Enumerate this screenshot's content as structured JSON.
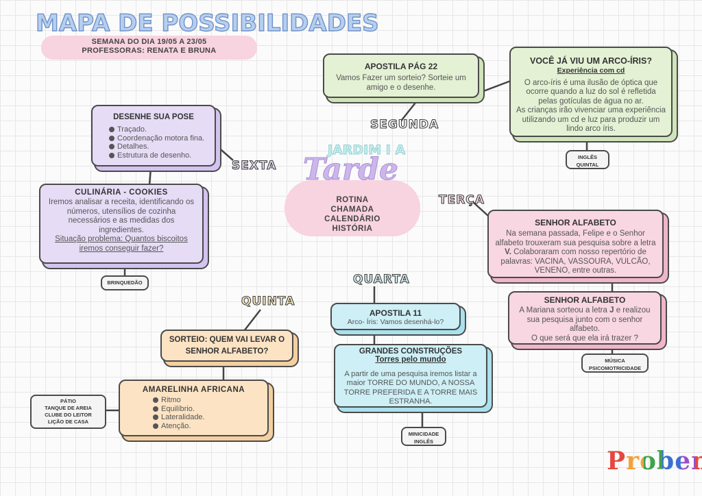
{
  "header": {
    "title": "MAPA DE POSSIBILIDADES",
    "week": "SEMANA DO DIA 19/05 A 23/05",
    "teachers": "PROFESSORAS: RENATA E BRUNA"
  },
  "center": {
    "class_name": "JARDIM I A",
    "period": "Tarde",
    "routine": [
      "ROTINA",
      "CHAMADA",
      "CALENDÁRIO",
      "HISTÓRIA"
    ]
  },
  "days": {
    "monday": "SEGUNDA",
    "tuesday": "TERÇA",
    "wednesday": "QUARTA",
    "thursday": "QUINTA",
    "friday": "SEXTA"
  },
  "monday": {
    "apostila": {
      "title": "APOSTILA PÁG 22",
      "text": "Vamos Fazer um sorteio? Sorteie um amigo e o desenhe."
    },
    "rainbow": {
      "title": "VOCÊ JÁ VIU UM ARCO-ÍRIS?",
      "subtitle": "Experiência com cd",
      "text1": "O arco-íris é uma ilusão de óptica que ocorre quando a luz do sol é refletida pelas gotículas de água no ar.",
      "text2": "As crianças irão vivenciar uma experiência utilizando um cd e luz para produzir um lindo arco íris."
    },
    "tags": [
      "INGLÊS",
      "QUINTAL"
    ]
  },
  "tuesday": {
    "alfabeto1": {
      "title": "SENHOR ALFABETO",
      "text_a": "Na semana passada, Felipe e o Senhor alfabeto trouxeram sua pesquisa sobre a letra ",
      "letter": "V.",
      "text_b": " Colaboraram com nosso repertório de palavras: VACINA, VASSOURA, VULCÃO, VENENO, entre outras."
    },
    "alfabeto2": {
      "title": "SENHOR ALFABETO",
      "text_a": "A Mariana sorteou a letra ",
      "letter": "J",
      "text_b": " e realizou sua pesquisa junto com o senhor alfabeto.",
      "text_c": "O que será que ela irá trazer ?"
    },
    "tags": [
      "MÚSICA",
      "PSICOMOTRICIDADE"
    ]
  },
  "wednesday": {
    "apostila": {
      "title": "APOSTILA 11",
      "text": "Arco- Íris: Vamos desenhá-lo?"
    },
    "construcoes": {
      "title": "GRANDES CONSTRUÇÕES",
      "subtitle": "Torres pelo mundo",
      "text": "A partir de uma pesquisa iremos listar a maior TORRE DO MUNDO, A NOSSA TORRE PREFERIDA E A TORRE MAIS ESTRANHA."
    },
    "tags": [
      "MINICIDADE",
      "INGLÊS"
    ]
  },
  "thursday": {
    "sorteio": {
      "title": "SORTEIO: QUEM VAI LEVAR O SENHOR ALFABETO?"
    },
    "amarelinha": {
      "title": "AMARELINHA AFRICANA",
      "items": [
        "Ritmo",
        "Equilíbrio.",
        "Lateralidade.",
        "Atenção."
      ]
    },
    "tags": [
      "PÁTIO",
      "TANQUE DE AREIA",
      "CLUBE DO LEITOR",
      "LIÇÃO DE CASA"
    ]
  },
  "friday": {
    "pose": {
      "title": "DESENHE SUA POSE",
      "items": [
        "Traçado.",
        "Coordenação motora fina.",
        "Detalhes.",
        "Estrutura de desenho."
      ]
    },
    "cookies": {
      "title": "CULINÁRIA - COOKIES",
      "text": "Iremos analisar a receita, identificando os números, utensílios de cozinha necessários e as medidas dos ingredientes.",
      "problem": "Situação problema: Quantos biscoitos iremos conseguir fazer?"
    },
    "tags": [
      "BRINQUEDÃO"
    ]
  },
  "logo": "Proben"
}
